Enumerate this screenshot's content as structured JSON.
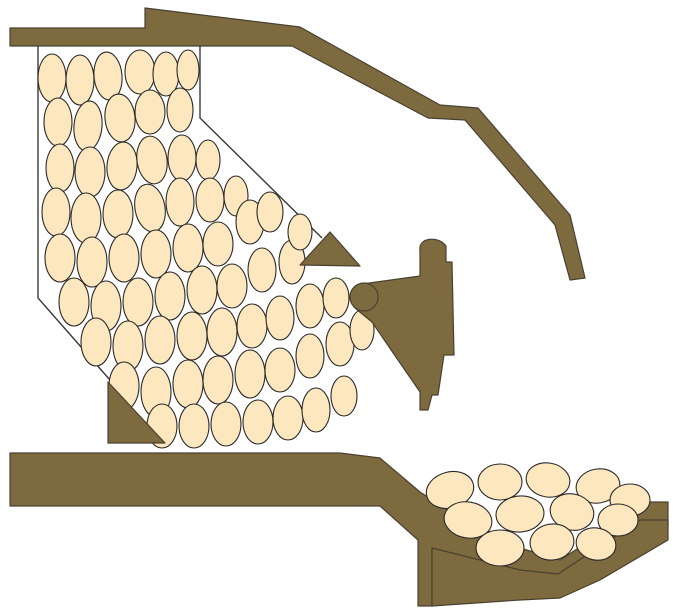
{
  "colors": {
    "structure": "#7d6b3f",
    "egg_fill": "#fde7bf",
    "egg_outline": "#2a2a2a",
    "background": "#ffffff"
  },
  "parts": [
    "top-chute",
    "upper-deflector",
    "hopper",
    "egg-mass",
    "right-baffle",
    "pivoting-gate",
    "lower-left-baffle",
    "floor-base",
    "collection-tray",
    "tray-eggs"
  ]
}
